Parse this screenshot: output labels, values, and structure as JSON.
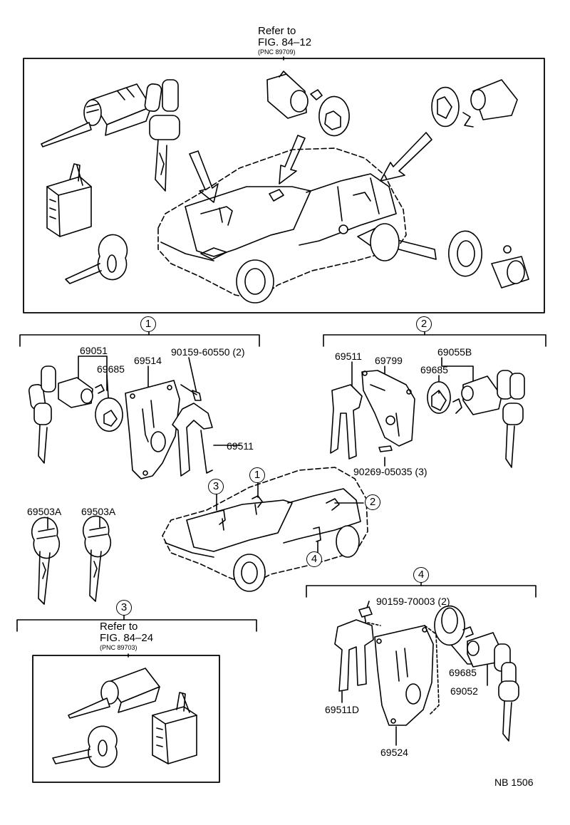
{
  "refs": {
    "top": {
      "line1": "Refer to",
      "line2": "FIG. 84–12",
      "pnc": "(PNC 89709)"
    },
    "bottom": {
      "line1": "Refer to",
      "line2": "FIG. 84–24",
      "pnc": "(PNC 89703)"
    }
  },
  "circles": {
    "one": "1",
    "two": "2",
    "three": "3",
    "four": "4"
  },
  "parts": {
    "g1_69051": "69051",
    "g1_69685": "69685",
    "g1_69514": "69514",
    "g1_bolt": "90159-60550 (2)",
    "g1_69511": "69511",
    "g2_69511": "69511",
    "g2_69799": "69799",
    "g2_69055b": "69055B",
    "g2_69685": "69685",
    "g2_screw": "90269-05035 (3)",
    "key_a1": "69503A",
    "key_a2": "69503A",
    "g4_bolt": "90159-70003 (2)",
    "g4_69685": "69685",
    "g4_69052": "69052",
    "g4_69511d": "69511D",
    "g4_69524": "69524"
  },
  "footer": {
    "code": "NB 1506"
  }
}
